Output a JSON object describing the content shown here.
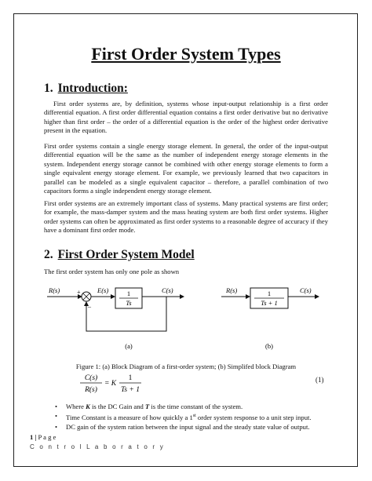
{
  "title": "First Order System Types",
  "section1": {
    "number": "1.",
    "heading": "Introduction:",
    "paragraphs": [
      "First order systems are, by definition, systems whose input-output relationship is a first order differential equation. A first order differential equation contains a first order derivative but no derivative higher than first order – the order of a differential equation is the order of the highest order derivative present in the equation.",
      "First order systems contain a single energy storage element. In general, the order of the input-output differential equation will be the same as the number of independent energy storage elements in the system. Independent energy storage cannot be combined with other energy storage elements to form a single equivalent energy storage element. For example, we previously learned that two capacitors in parallel can be modeled as a single equivalent capacitor – therefore, a parallel combination of two capacitors forms a single independent energy storage element.",
      "First order systems are an extremely important class of systems. Many practical systems are first order; for example, the mass-damper system and the mass heating system are both first order systems. Higher order systems can often be approximated as first order systems to a reasonable degree of accuracy if they have a dominant first order mode."
    ]
  },
  "section2": {
    "number": "2.",
    "heading": "First Order System Model",
    "intro": "The first order system has only one pole as shown"
  },
  "diagram_a": {
    "input": "R(s)",
    "error": "E(s)",
    "output": "C(s)",
    "block_num": "1",
    "block_den": "Ts",
    "plus": "+",
    "minus": "–",
    "label": "(a)"
  },
  "diagram_b": {
    "input": "R(s)",
    "output": "C(s)",
    "block_num": "1",
    "block_den": "Ts + 1",
    "label": "(b)"
  },
  "caption": "Figure 1: (a) Block Diagram of a first-order system; (b) Simplifed block Diagram",
  "equation": {
    "lhs_num": "C(s)",
    "lhs_den": "R(s)",
    "equals": "= K",
    "rhs_num": "1",
    "rhs_den": "Ts + 1",
    "number": "(1)"
  },
  "bullets": [
    {
      "p1": "Where ",
      "b1": "K",
      "p2": " is the DC Gain and ",
      "b2": "T",
      "p3": " is the time constant of the system."
    },
    {
      "p1": "Time Constant is a measure of how quickly a 1",
      "sup": "st",
      "p2": " order system response to a unit step input."
    },
    {
      "p1": "DC gain of the system ration between the input signal and the steady state value of output."
    }
  ],
  "footer": {
    "page_num": "1",
    "sep": "|",
    "page_word": "P a g e",
    "lab": "C o n t r o l   L a b o r a t o r y"
  }
}
